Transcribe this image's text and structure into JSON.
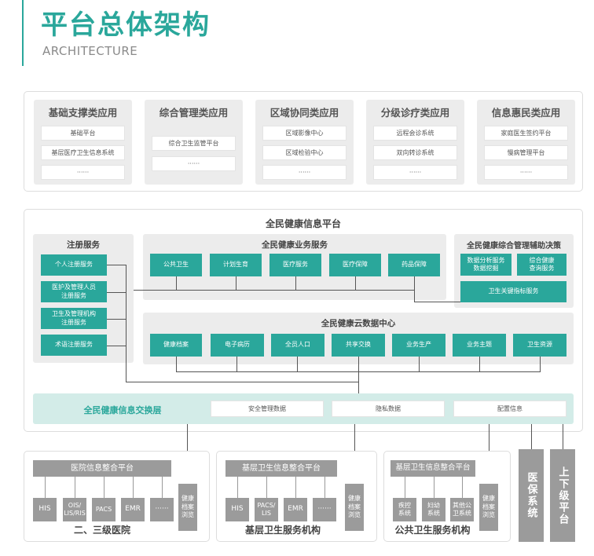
{
  "header": {
    "title": "平台总体架构",
    "subtitle": "ARCHITECTURE"
  },
  "apps": [
    {
      "title": "基础支撑类应用",
      "items": [
        "基础平台",
        "基层医疗卫生信息系统",
        "······"
      ]
    },
    {
      "title": "综合管理类应用",
      "items": [
        "综合卫生监管平台",
        "······"
      ]
    },
    {
      "title": "区域协同类应用",
      "items": [
        "区域影像中心",
        "区域检验中心",
        "······"
      ]
    },
    {
      "title": "分级诊疗类应用",
      "items": [
        "远程会诊系统",
        "双向转诊系统",
        "······"
      ]
    },
    {
      "title": "信息惠民类应用",
      "items": [
        "家庭医生签约平台",
        "慢病管理平台",
        "······"
      ]
    }
  ],
  "platform": {
    "title": "全民健康信息平台",
    "registration": {
      "title": "注册服务",
      "items": [
        "个人注册服务",
        "医护及管理人员\n注册服务",
        "卫生及管理机构\n注册服务",
        "术语注册服务"
      ]
    },
    "business": {
      "title": "全民健康业务服务",
      "items": [
        "公共卫生",
        "计划生育",
        "医疗服务",
        "医疗保障",
        "药品保障"
      ]
    },
    "decision": {
      "title": "全民健康综合管理辅助决策",
      "items": [
        "数据分析服务\n数据挖掘",
        "综合健康\n查询服务",
        "卫生关键指标服务"
      ]
    },
    "cloud": {
      "title": "全民健康云数据中心",
      "items": [
        "健康档案",
        "电子病历",
        "全员人口",
        "共享交换",
        "业务生产",
        "业务主题",
        "卫生资源"
      ]
    },
    "exchange": {
      "title": "全民健康信息交换层",
      "items": [
        "安全管理数据",
        "隐私数据",
        "配置信息"
      ]
    }
  },
  "bottom": {
    "hospital": {
      "platform": "医院信息整合平台",
      "items": [
        "HIS",
        "OIS/\nLIS/RIS",
        "PACS",
        "EMR",
        "······"
      ],
      "health": "健康\n档案\n浏览",
      "footer": "二、三级医院"
    },
    "primary": {
      "platform": "基层卫生信息整合平台",
      "items": [
        "HIS",
        "PACS/\nLIS",
        "EMR",
        "······"
      ],
      "health": "健康\n档案\n浏览",
      "footer": "基层卫生服务机构"
    },
    "public": {
      "platform": "基层卫生信息整合平台",
      "items": [
        "疾控\n系统",
        "妇幼\n系统",
        "其他公\n卫系统"
      ],
      "health": "健康\n档案\n浏览",
      "footer": "公共卫生服务机构"
    },
    "insurance": "医保系统",
    "upper": "上下级平台"
  },
  "colors": {
    "accent": "#2aa79b",
    "gray": "#9b9b9b",
    "light": "#ececec"
  }
}
